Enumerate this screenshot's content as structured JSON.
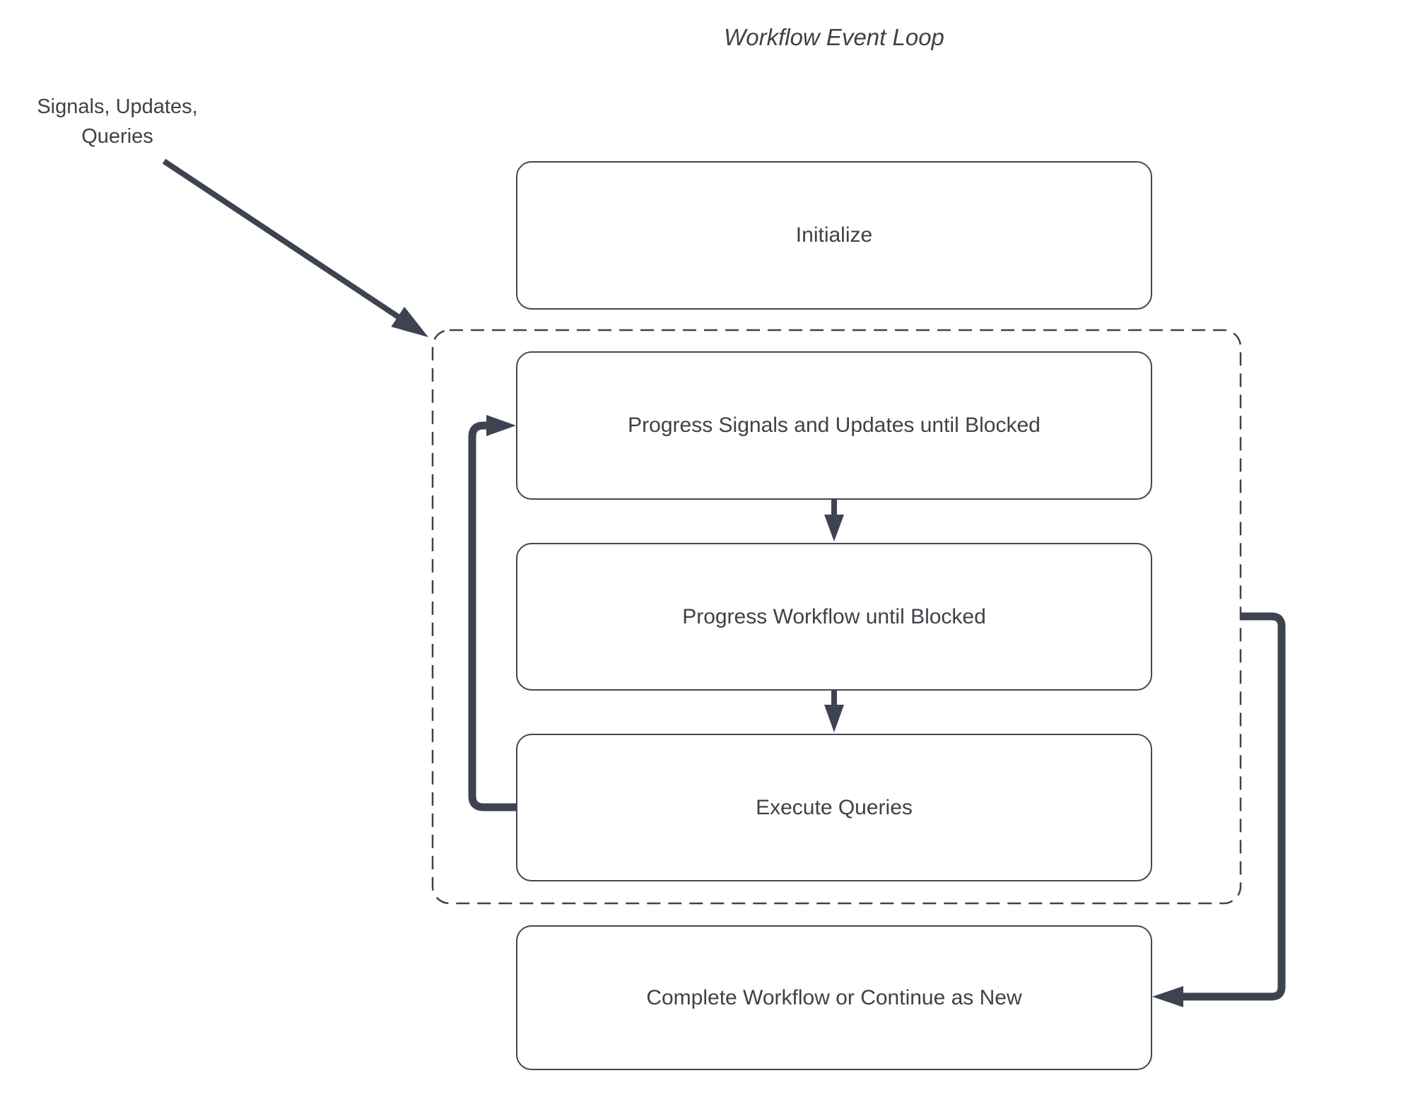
{
  "title": "Workflow Event Loop",
  "external_input": {
    "label": "Signals, Updates,\nQueries"
  },
  "nodes": [
    {
      "id": "initialize",
      "label": "Initialize"
    },
    {
      "id": "progress-signals-updates",
      "label": "Progress Signals and Updates until Blocked"
    },
    {
      "id": "progress-workflow",
      "label": "Progress Workflow until Blocked"
    },
    {
      "id": "execute-queries",
      "label": "Execute Queries"
    },
    {
      "id": "complete-or-continue",
      "label": "Complete Workflow or Continue as New"
    }
  ],
  "groups": [
    {
      "id": "event-loop-container",
      "style": "dashed-rounded-rectangle",
      "contains": [
        "progress-signals-updates",
        "progress-workflow",
        "execute-queries"
      ]
    }
  ],
  "edges": [
    {
      "from": "external-input",
      "to": "event-loop-container",
      "style": "thin-diagonal-arrow"
    },
    {
      "from": "progress-signals-updates",
      "to": "progress-workflow",
      "style": "short-down-arrow"
    },
    {
      "from": "progress-workflow",
      "to": "execute-queries",
      "style": "short-down-arrow"
    },
    {
      "from": "execute-queries",
      "to": "progress-signals-updates",
      "style": "thick-loop-back-left"
    },
    {
      "from": "event-loop-container",
      "to": "complete-or-continue",
      "style": "thick-exit-right"
    }
  ],
  "colors": {
    "background": "#ffffff",
    "connector_line": "#3d4350",
    "box_border": "#43474e",
    "dashed_border": "#3f434b",
    "text": "#3e4247"
  }
}
